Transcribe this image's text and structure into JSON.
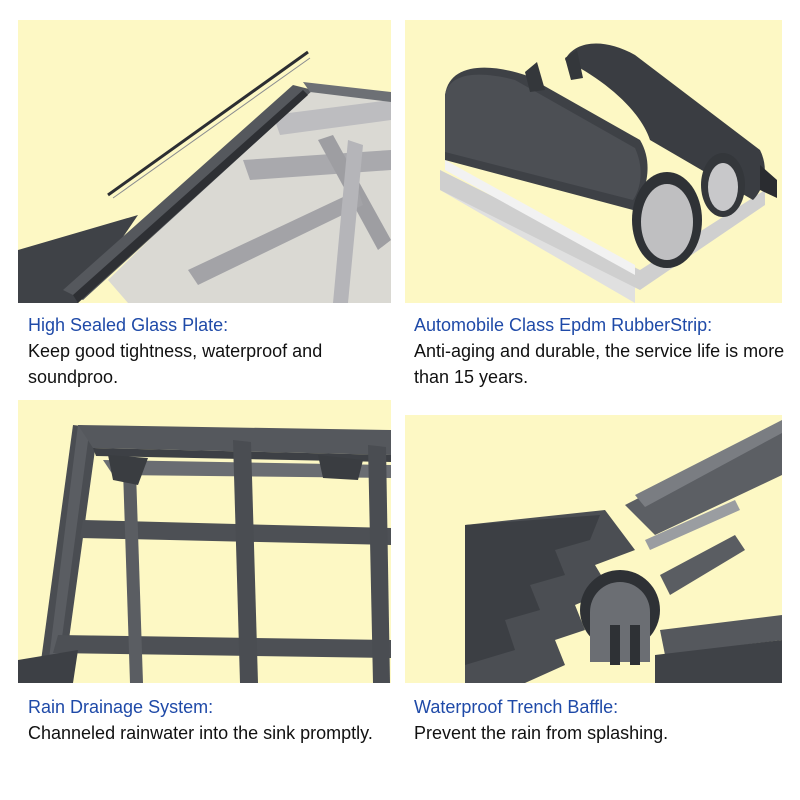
{
  "colors": {
    "panel_bg": "#fdf8c4",
    "title": "#1f4aa8",
    "body_text": "#111111",
    "frame": "#4a4d52",
    "frame_light": "#c9c9c9"
  },
  "features": [
    {
      "title": "High Sealed Glass Plate:",
      "description": "Keep good tightness, waterproof and soundproo.",
      "illustration": "glass-roof-frame-illustration"
    },
    {
      "title": "Automobile Class Epdm RubberStrip:",
      "description": "Anti-aging and durable, the service life is more than 15 years.",
      "illustration": "rubber-strip-illustration"
    },
    {
      "title": "Rain Drainage System:",
      "description": "Channeled rainwater into the sink promptly.",
      "illustration": "drainage-frame-illustration"
    },
    {
      "title": "Waterproof Trench Baffle:",
      "description": "Prevent the rain from splashing.",
      "illustration": "trench-baffle-illustration"
    }
  ]
}
